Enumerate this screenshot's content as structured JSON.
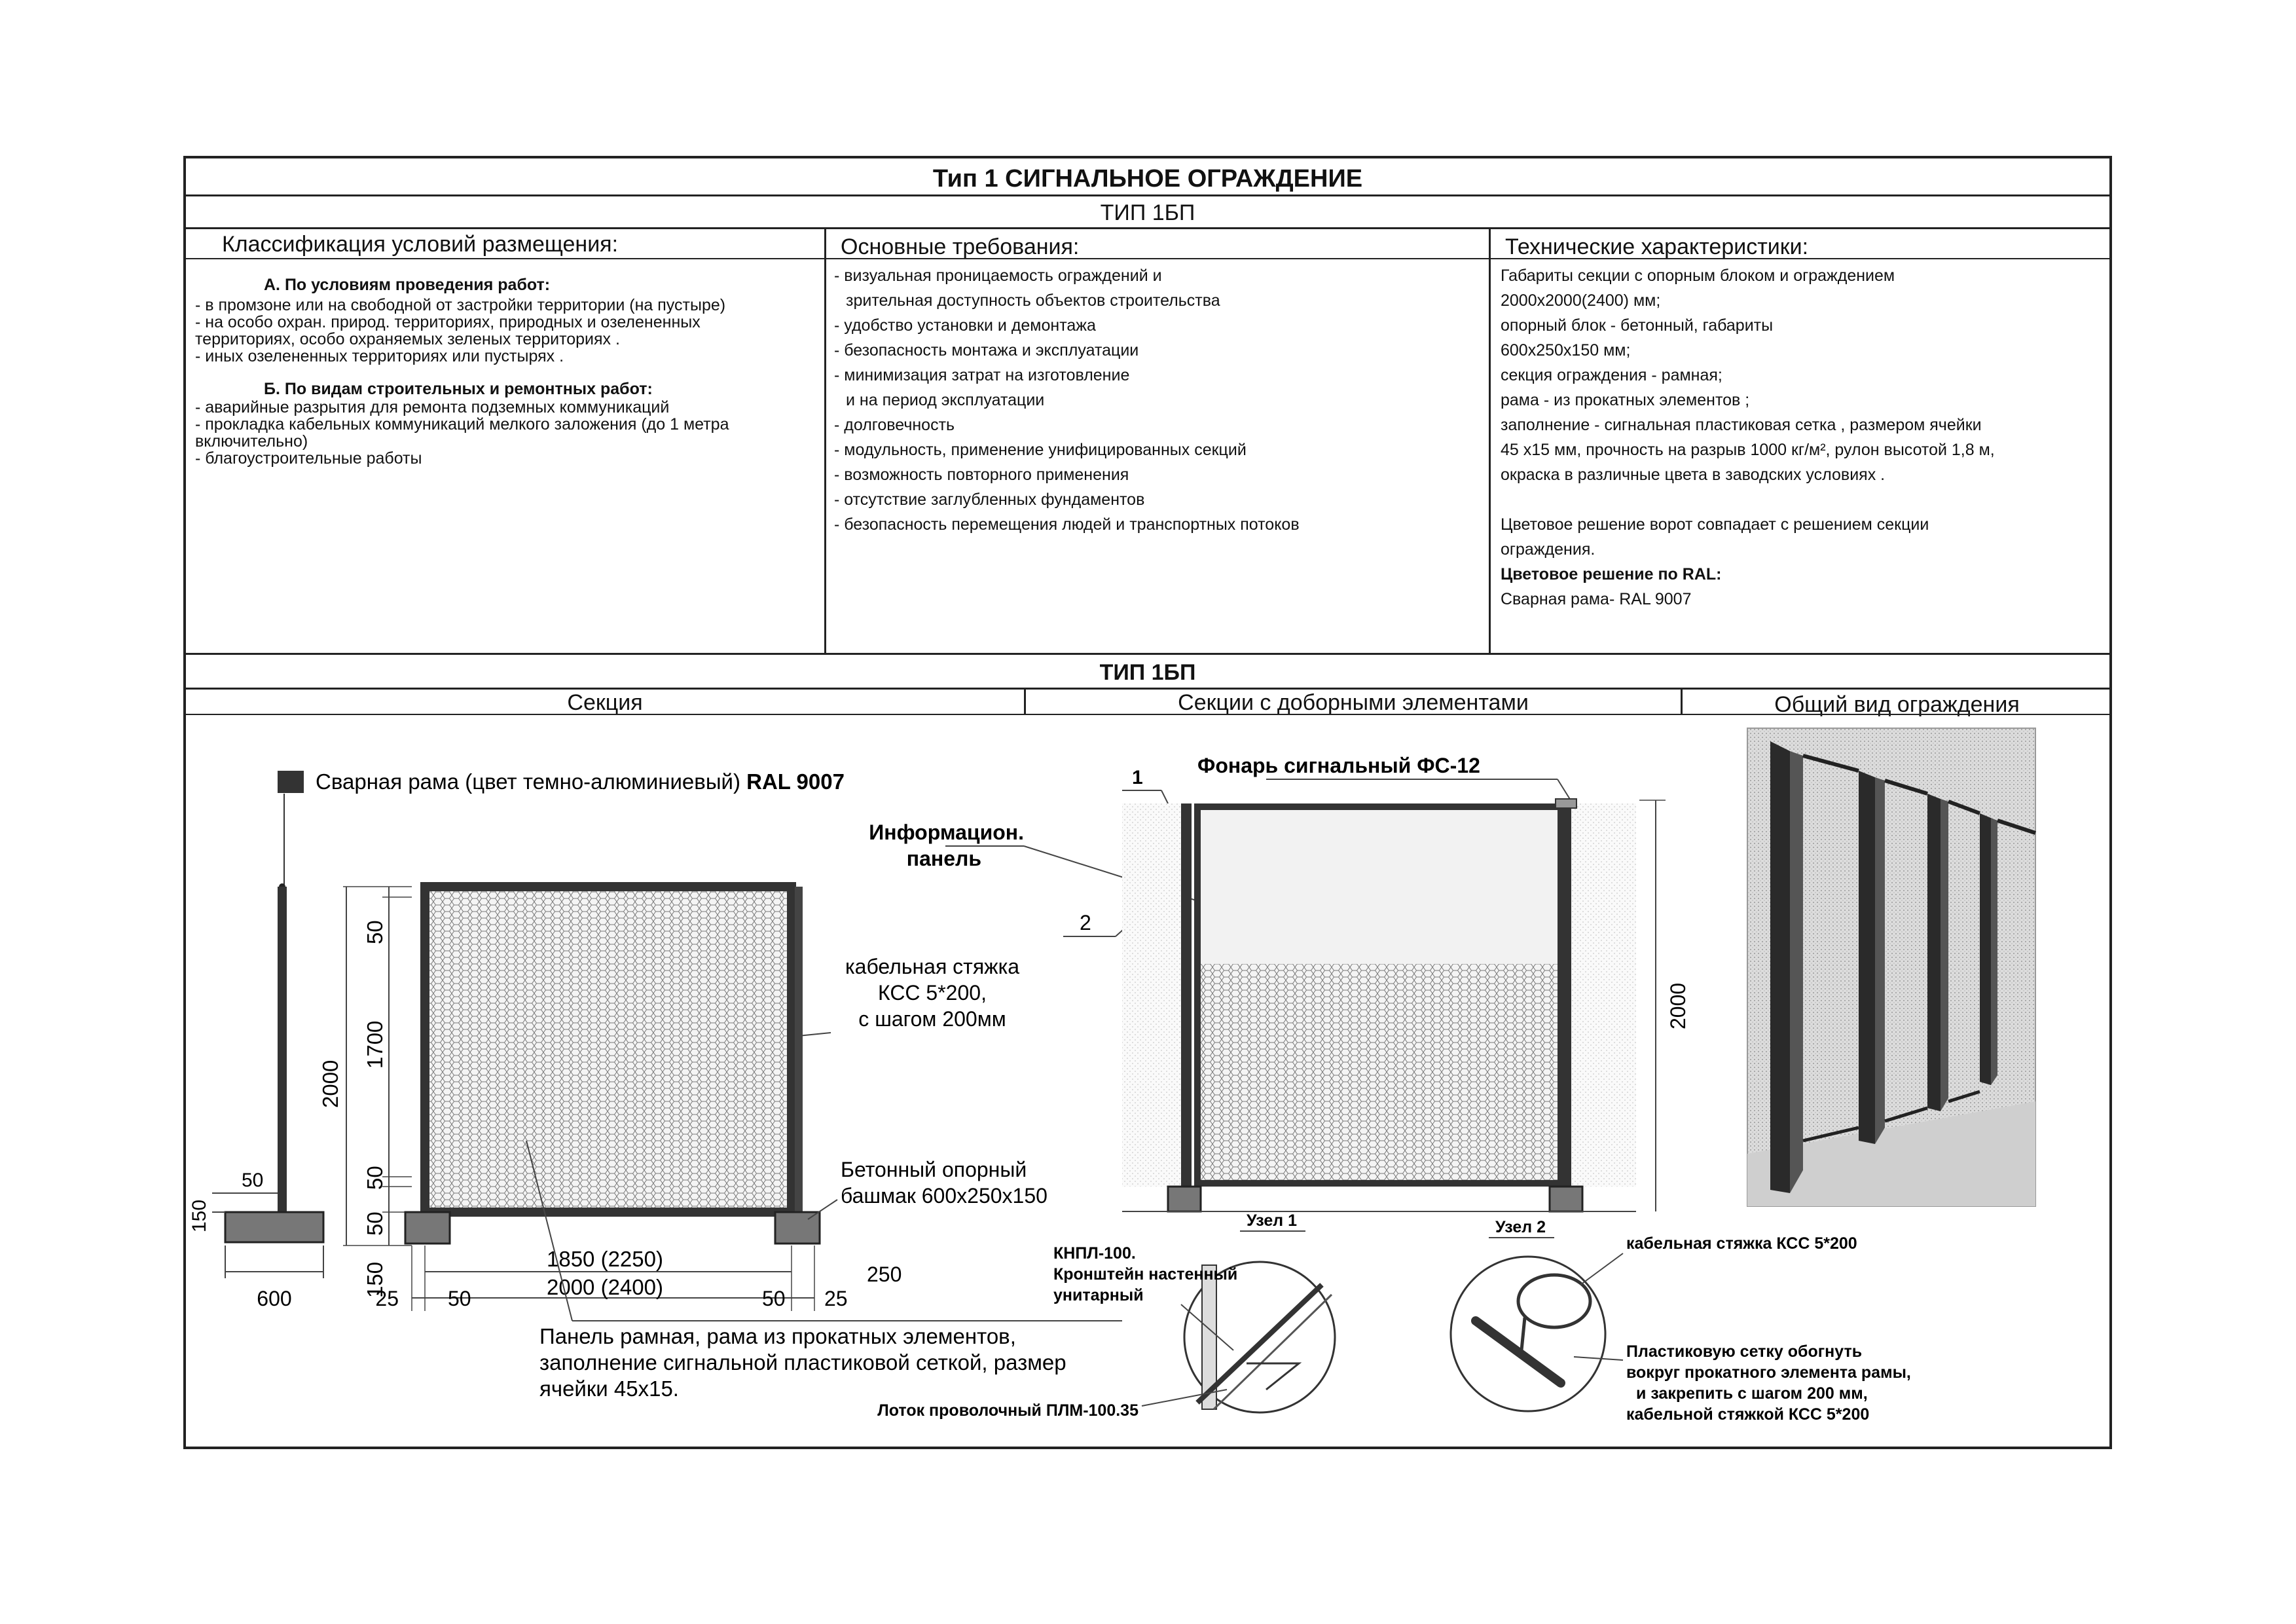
{
  "header": {
    "main_title": "Тип 1  СИГНАЛЬНОЕ  ОГРАЖДЕНИЕ",
    "subtitle": "ТИП 1БП",
    "subtitle2": "ТИП 1БП"
  },
  "columns": {
    "classification_title": "Классификация условий размещения:",
    "requirements_title": "Основные требования:",
    "specs_title": "Технические характеристики:"
  },
  "classification": {
    "section_a_title": "А. По условиям проведения работ:",
    "section_a_items": [
      "- в промзоне или на свободной от застройки территории (на пустыре)",
      "- на особо охран. природ. территориях, природных  и озелененных",
      "территориях, особо охраняемых зеленых территориях .",
      "- иных озелененных территориях или пустырях ."
    ],
    "section_b_title": "Б. По видам  строительных и ремонтных работ:",
    "section_b_items": [
      "- аварийные разрытия для ремонта подземных коммуникаций",
      "- прокладка кабельных коммуникаций мелкого заложения (до 1 метра",
      "включительно)",
      "- благоустроительные работы"
    ]
  },
  "requirements": {
    "items": [
      "- визуальная проницаемость ограждений и",
      "  зрительная доступность объектов строительства",
      "- удобство установки и демонтажа",
      "- безопасность монтажа и эксплуатации",
      "- минимизация затрат на изготовление",
      "  и на период эксплуатации",
      "- долговечность",
      "- модульность, применение унифицированных секций",
      "- возможность повторного применения",
      "- отсутствие заглубленных фундаментов",
      "- безопасность перемещения людей и транспортных потоков"
    ]
  },
  "specs": {
    "lines": [
      "Габариты секции с опорным блоком и ограждением",
      "2000х2000(2400) мм;",
      "опорный блок - бетонный,  габариты",
      "600х250х150 мм;",
      "секция ограждения - рамная;",
      "рама - из прокатных элементов ;",
      "заполнение - сигнальная пластиковая сетка , размером ячейки",
      "45 х15 мм, прочность на разрыв  1000 кг/м², рулон высотой 1,8 м,",
      "окраска в различные цвета в заводских условиях .",
      "",
      "Цветовое решение ворот совпадает с решением секции",
      "ограждения."
    ],
    "ral_title": "Цветовое решение по RAL:",
    "ral_value": "Сварная рама- RAL 9007"
  },
  "drawing_headers": {
    "section": "Секция",
    "section_extra": "Секции с доборными элементами",
    "general_view": "Общий вид ограждения"
  },
  "section_drawing": {
    "legend_text": "Сварная рама (цвет темно-алюминиевый) ",
    "legend_ral": "RAL 9007",
    "tie_label_1": "кабельная стяжка",
    "tie_label_2": "КСС 5*200,",
    "tie_label_3": "с шагом 200мм",
    "base_label_1": "Бетонный опорный",
    "base_label_2": "башмак 600х250х150",
    "panel_label_1": "Панель рамная, рама из прокатных элементов,",
    "panel_label_2": "заполнение сигнальной пластиковой сеткой, размер",
    "panel_label_3": "ячейки 45х15.",
    "dim_2000_v": "2000",
    "dim_50_top": "50",
    "dim_1700": "1700",
    "dim_50_mid": "50",
    "dim_50_low": "50",
    "dim_150_low": "150",
    "dim_150_side": "150",
    "dim_50_side": "50",
    "dim_600": "600",
    "dim_1850": "1850 (2250)",
    "dim_2000_h": "2000 (2400)",
    "dim_25_l": "25",
    "dim_50_l": "50",
    "dim_50_r": "50",
    "dim_25_r": "25",
    "dim_250": "250"
  },
  "extra_drawing": {
    "lamp_label": "Фонарь сигнальный ФС-12",
    "info_panel_1": "Информацион.",
    "info_panel_2": "панель",
    "marker_1": "1",
    "marker_2": "2",
    "dim_2000": "2000",
    "node_1": "Узел 1",
    "node_2": "Узел 2"
  },
  "node1": {
    "bracket_1": "КНПЛ-100.",
    "bracket_2": "Кронштейн настенный",
    "bracket_3": "унитарный",
    "tray": "Лоток проволочный ПЛМ-100.35"
  },
  "node2": {
    "tie": "кабельная стяжка  КСС 5*200",
    "note_1": "Пластиковую сетку обогнуть",
    "note_2": "вокруг прокатного элемента рамы,",
    "note_3": "и закрепить с шагом 200 мм,",
    "note_4": "кабельной стяжкой КСС 5*200"
  }
}
